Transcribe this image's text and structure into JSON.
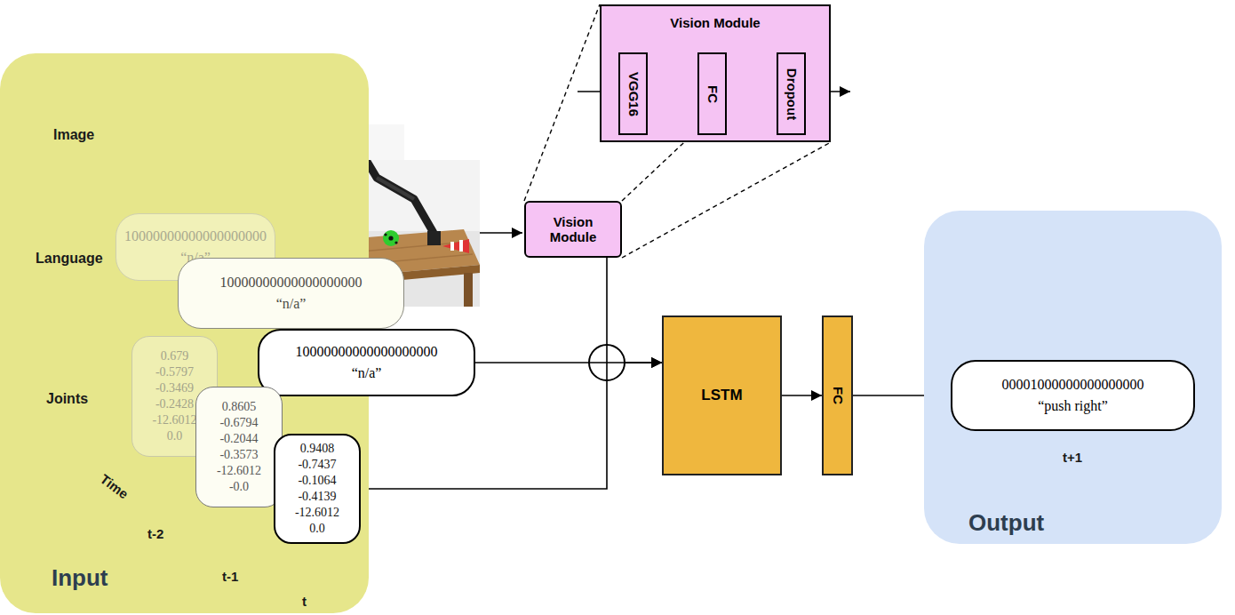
{
  "diagram": {
    "nodes": [
      {
        "text": [
          "Input"
        ]
      },
      {
        "text": [
          "10000000000000000000",
          "“n/a”"
        ],
        "in": 0
      },
      {
        "text": [
          "10000000000000000000",
          "“n/a”"
        ],
        "in": 0
      },
      {
        "text": [
          "10000000000000000000",
          "“n/a”"
        ],
        "in": 0
      },
      {
        "text": [
          "0.679",
          "-0.5797",
          "-0.3469",
          "-0.2428",
          "-12.6012",
          "0.0"
        ],
        "in": 0
      },
      {
        "text": [
          "0.8605",
          "-0.6794",
          "-0.2044",
          "-0.3573",
          "-12.6012",
          "-0.0"
        ],
        "in": 0
      },
      {
        "text": [
          "0.9408",
          "-0.7437",
          "-0.1064",
          "-0.4139",
          "-12.6012",
          "0.0"
        ],
        "in": 0
      },
      {
        "text": [
          "Vision Module"
        ]
      },
      {
        "text": [
          "Vision Module"
        ]
      },
      {
        "text": [
          "VGG16"
        ],
        "in": 8
      },
      {
        "text": [
          "FC"
        ],
        "in": 8
      },
      {
        "text": [
          "Dropout"
        ],
        "in": 8
      },
      {
        "text": [
          "LSTM"
        ]
      },
      {
        "text": [
          "FC"
        ]
      },
      {
        "text": [
          "Output"
        ]
      },
      {
        "text": [
          "00001000000000000000",
          "“push right”"
        ],
        "in": 14
      }
    ],
    "edges": [
      {
        "from": 9,
        "to": 10,
        "arrow": "to"
      },
      {
        "from": 10,
        "to": 11,
        "arrow": "to"
      },
      {
        "from": 7,
        "to": 12,
        "arrow": "to"
      },
      {
        "from": 3,
        "to": 12,
        "arrow": "to"
      },
      {
        "from": 6,
        "to": 12,
        "arrow": "to"
      },
      {
        "from": 12,
        "to": 13,
        "arrow": "to"
      },
      {
        "from": 13,
        "to": 15,
        "arrow": "to"
      }
    ],
    "labels": [
      "Image",
      "Language",
      "Joints",
      "Time",
      "t-2",
      "t-1",
      "t",
      "t+1"
    ]
  }
}
